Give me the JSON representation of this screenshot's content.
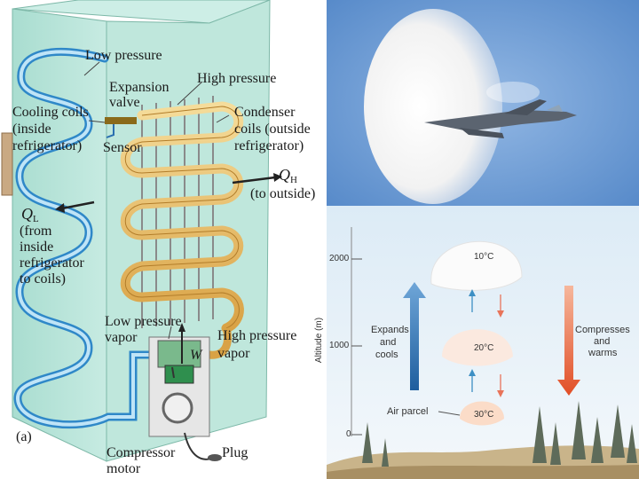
{
  "refrigerator": {
    "labels": {
      "low_pressure": "Low pressure",
      "high_pressure": "High pressure",
      "expansion_valve_1": "Expansion",
      "expansion_valve_2": "valve",
      "cooling_coils_1": "Cooling coils",
      "cooling_coils_2": "(inside",
      "cooling_coils_3": "refrigerator)",
      "sensor": "Sensor",
      "condenser_1": "Condenser",
      "condenser_2": "coils (outside",
      "condenser_3": "refrigerator)",
      "qh_symbol": "Q",
      "qh_sub": "H",
      "qh_desc": "(to outside)",
      "ql_symbol": "Q",
      "ql_sub": "L",
      "ql_desc_1": "(from",
      "ql_desc_2": "inside",
      "ql_desc_3": "refrigerator",
      "ql_desc_4": "to coils)",
      "low_vapor_1": "Low pressure",
      "low_vapor_2": "vapor",
      "high_vapor_1": "High pressure",
      "high_vapor_2": "vapor",
      "work": "W",
      "panel": "(a)",
      "compressor_1": "Compressor",
      "compressor_2": "motor",
      "plug": "Plug"
    }
  },
  "air_parcel": {
    "y_axis_label": "Altitude (m)",
    "ticks": [
      "2000",
      "1000",
      "0"
    ],
    "parcels": [
      "10°C",
      "20°C",
      "30°C"
    ],
    "expands_1": "Expands",
    "expands_2": "and",
    "expands_3": "cools",
    "compresses_1": "Compresses",
    "compresses_2": "and",
    "compresses_3": "warms",
    "air_parcel_label": "Air parcel",
    "colors": {
      "up_arrow": "#2f6db5",
      "down_arrow": "#e46a3c"
    }
  }
}
